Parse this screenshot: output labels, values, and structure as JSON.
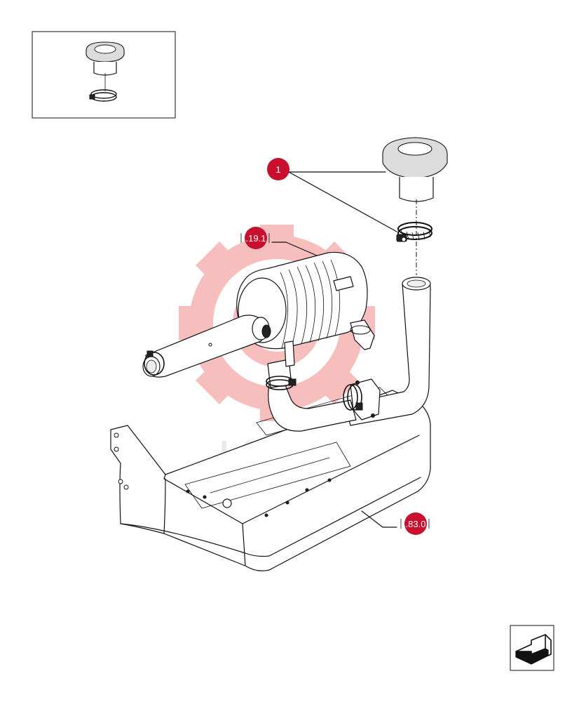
{
  "callouts": {
    "part_1": "1",
    "ref_19": ".19.1",
    "ref_83": ".83.0"
  },
  "watermark": {
    "text": "ИНТЕХ",
    "color": "#f7b8b8"
  },
  "colors": {
    "callout_fill": "#c8102e",
    "line": "#111111"
  },
  "icons": {
    "next_page": "arrow-right-icon"
  }
}
